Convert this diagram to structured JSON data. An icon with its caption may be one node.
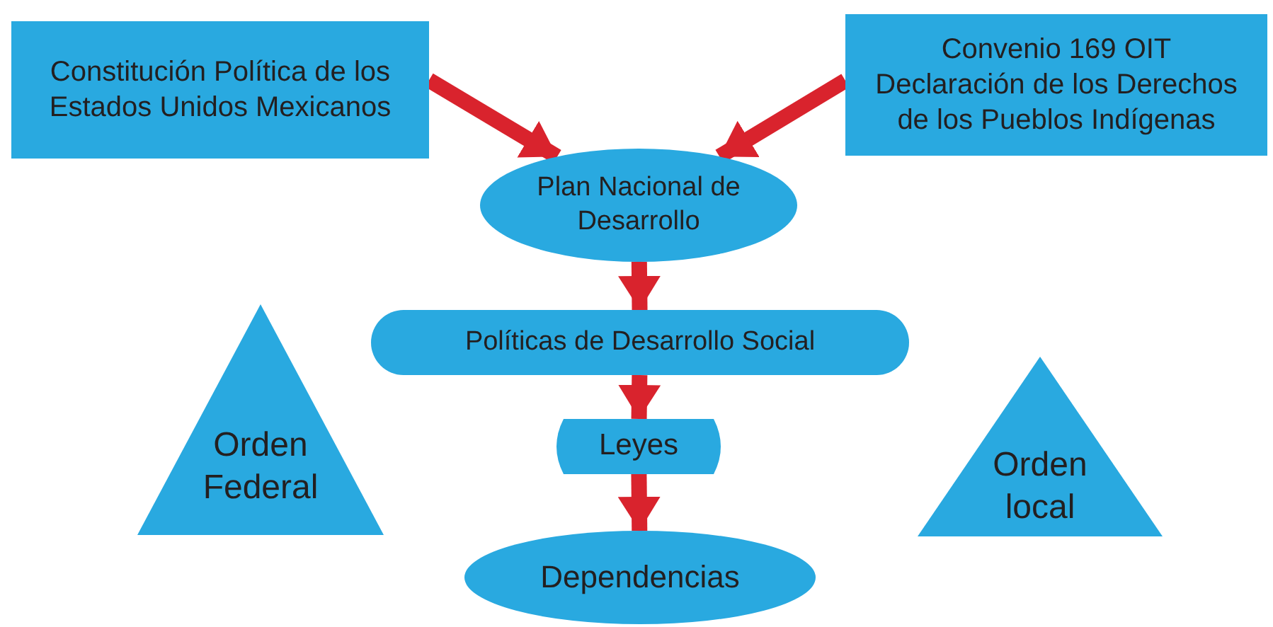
{
  "diagram": {
    "nodes": [
      {
        "text": [
          "Constitución Política de los Estados Unidos Mexicanos"
        ]
      },
      {
        "text": [
          "Convenio 169 OIT",
          "Declaración de los Derechos de los Pueblos Indígenas"
        ]
      },
      {
        "text": [
          "Plan Nacional de Desarrollo"
        ]
      },
      {
        "text": [
          "Políticas de Desarrollo Social"
        ]
      },
      {
        "text": [
          "Orden Federal"
        ]
      },
      {
        "text": [
          "Leyes"
        ]
      },
      {
        "text": [
          "Orden local"
        ]
      },
      {
        "text": [
          "Dependencias"
        ]
      }
    ],
    "edges": [
      {
        "from": 0,
        "to": 2,
        "arrow": "to"
      },
      {
        "from": 1,
        "to": 2,
        "arrow": "to"
      },
      {
        "from": 2,
        "to": 3,
        "arrow": "to"
      },
      {
        "from": 3,
        "to": 5,
        "arrow": "to"
      },
      {
        "from": 5,
        "to": 7,
        "arrow": "to"
      }
    ]
  }
}
